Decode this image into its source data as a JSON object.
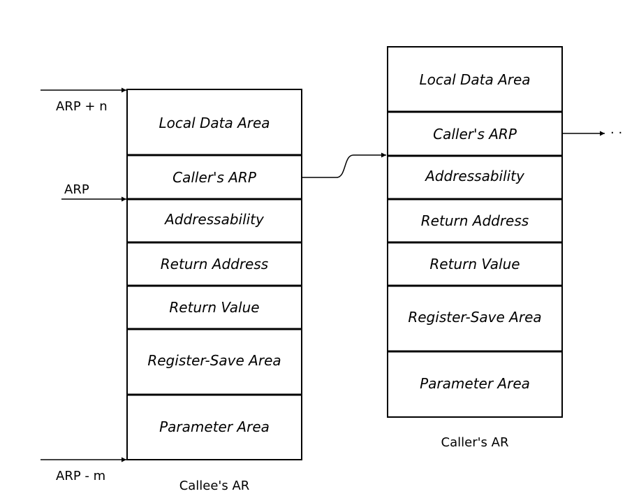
{
  "callee": {
    "cells": [
      "Local Data Area",
      "Caller's ARP",
      "Addressability",
      "Return Address",
      "Return Value",
      "Register-Save Area",
      "Parameter Area"
    ],
    "caption": "Callee's AR"
  },
  "caller": {
    "cells": [
      "Local Data Area",
      "Caller's ARP",
      "Addressability",
      "Return Address",
      "Return Value",
      "Register-Save Area",
      "Parameter Area"
    ],
    "caption": "Caller's AR"
  },
  "pointers": {
    "arp_plus_n": "ARP + n",
    "arp": "ARP",
    "arp_minus_m": "ARP - m"
  },
  "continuation": "· ·"
}
